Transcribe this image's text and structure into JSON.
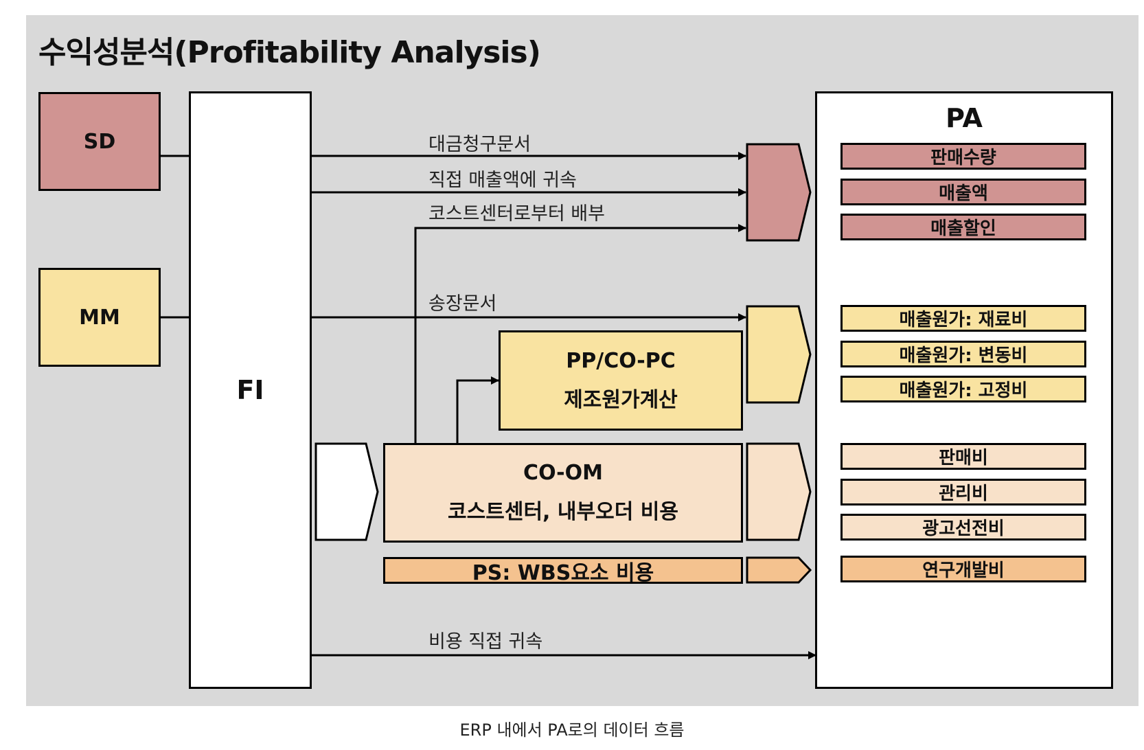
{
  "title": "수익성분석(Profitability Analysis)",
  "caption": "ERP 내에서 PA로의 데이터 흐름",
  "sources": {
    "sd": "SD",
    "mm": "MM",
    "fi": "FI"
  },
  "pa": {
    "title": "PA",
    "items": [
      "판매수량",
      "매출액",
      "매출할인",
      "매출원가: 재료비",
      "매출원가: 변동비",
      "매출원가: 고정비",
      "판매비",
      "관리비",
      "광고선전비",
      "연구개발비"
    ]
  },
  "modules": {
    "ppco_title": "PP/CO-PC",
    "ppco_sub": "제조원가계산",
    "coom_title": "CO-OM",
    "coom_sub": "코스트센터, 내부오더 비용",
    "ps": "PS: WBS요소 비용"
  },
  "flows": {
    "billing": "대금청구문서",
    "direct_revenue": "직접 매출액에 귀속",
    "cost_center_alloc": "코스트센터로부터 배부",
    "invoice": "송장문서",
    "direct_cost": "비용 직접 귀속"
  },
  "colors": {
    "red": "#d09492",
    "yellow": "#f9e3a1",
    "peach": "#f8e1c9",
    "orange": "#f4c28f",
    "panel": "#d9d9d9"
  }
}
